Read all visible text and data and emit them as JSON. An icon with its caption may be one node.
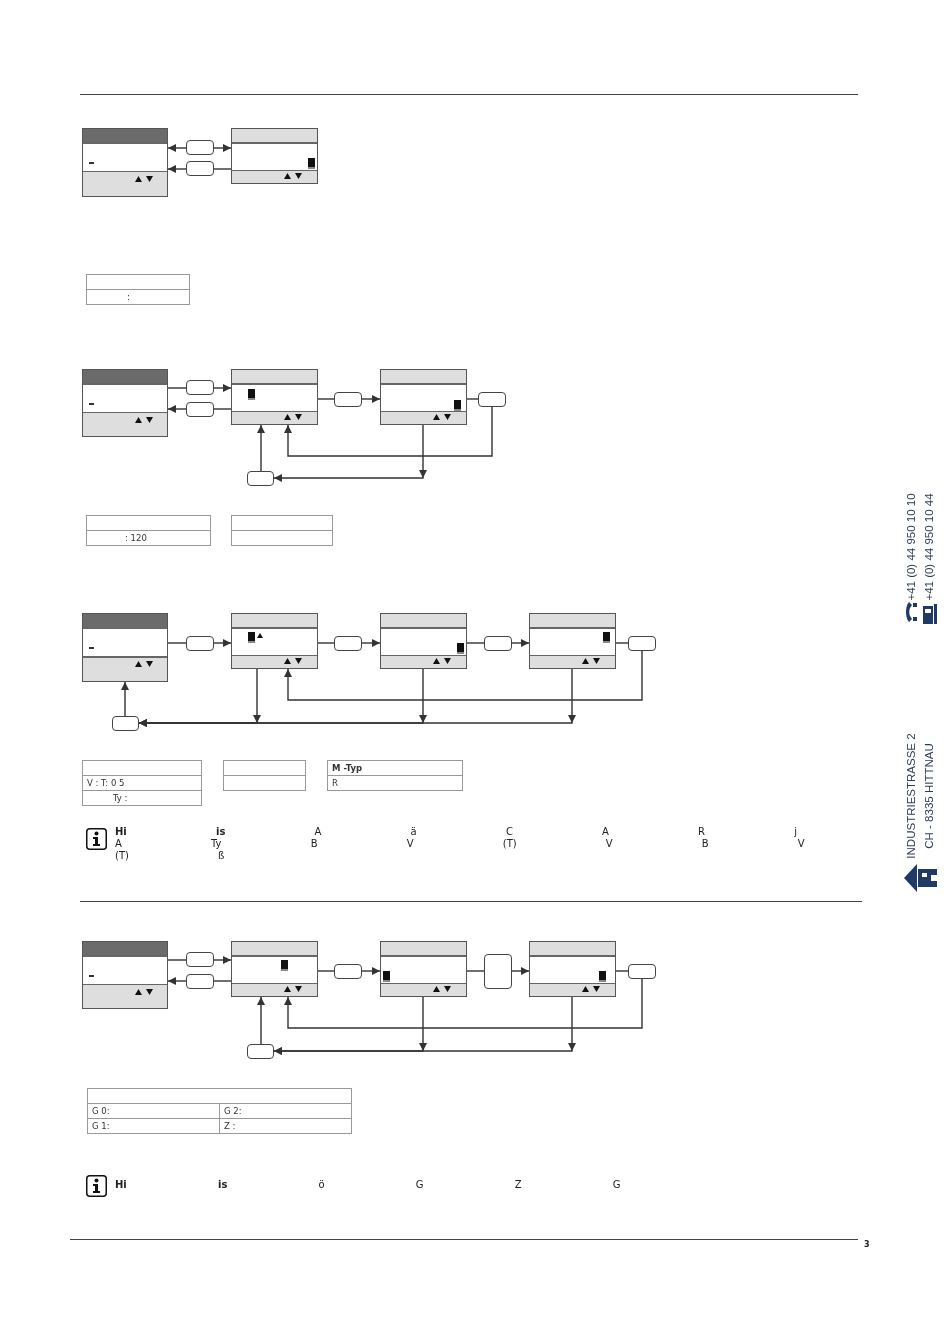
{
  "diagram": {
    "nodes": [
      {
        "text": [],
        "shape": "screen"
      },
      {
        "text": [],
        "shape": "box"
      },
      {
        "text": [],
        "shape": "box"
      },
      {
        "text": [],
        "shape": "screen"
      },
      {
        "text": [],
        "shape": "screen"
      },
      {
        "text": [],
        "shape": "box"
      },
      {
        "text": [],
        "shape": "box"
      },
      {
        "text": [],
        "shape": "screen"
      },
      {
        "text": [],
        "shape": "box"
      },
      {
        "text": [],
        "shape": "screen"
      },
      {
        "text": [],
        "shape": "box"
      },
      {
        "text": [],
        "shape": "box"
      },
      {
        "text": [],
        "shape": "screen"
      },
      {
        "text": [],
        "shape": "box"
      },
      {
        "text": [],
        "shape": "screen"
      },
      {
        "text": [],
        "shape": "box"
      },
      {
        "text": [],
        "shape": "screen"
      },
      {
        "text": [],
        "shape": "box"
      },
      {
        "text": [],
        "shape": "screen"
      },
      {
        "text": [],
        "shape": "box"
      },
      {
        "text": [],
        "shape": "box"
      },
      {
        "text": [],
        "shape": "screen"
      },
      {
        "text": [],
        "shape": "box"
      },
      {
        "text": [],
        "shape": "box"
      },
      {
        "text": [],
        "shape": "screen"
      },
      {
        "text": [],
        "shape": "box"
      },
      {
        "text": [],
        "shape": "screen"
      },
      {
        "text": [],
        "shape": "box"
      },
      {
        "text": [],
        "shape": "screen"
      },
      {
        "text": [],
        "shape": "box"
      },
      {
        "text": [],
        "shape": "box"
      }
    ],
    "edges": [
      {
        "from": 1,
        "to": 0,
        "arrow": "to"
      },
      {
        "from": 1,
        "to": 3,
        "arrow": "to"
      },
      {
        "from": 3,
        "to": 2,
        "arrow": "none"
      },
      {
        "from": 2,
        "to": 0,
        "arrow": "to"
      },
      {
        "from": 4,
        "to": 5,
        "arrow": "none"
      },
      {
        "from": 5,
        "to": 7,
        "arrow": "to"
      },
      {
        "from": 7,
        "to": 6,
        "arrow": "none"
      },
      {
        "from": 6,
        "to": 4,
        "arrow": "to"
      },
      {
        "from": 7,
        "to": 8,
        "arrow": "none"
      },
      {
        "from": 8,
        "to": 9,
        "arrow": "to"
      },
      {
        "from": 9,
        "to": 10,
        "arrow": "none"
      },
      {
        "from": 10,
        "to": 7,
        "arrow": "to"
      },
      {
        "from": 11,
        "to": 7,
        "arrow": "to"
      },
      {
        "from": 9,
        "to": 11,
        "arrow": "to"
      },
      {
        "from": 12,
        "to": 13,
        "arrow": "none"
      },
      {
        "from": 13,
        "to": 14,
        "arrow": "to"
      },
      {
        "from": 14,
        "to": 15,
        "arrow": "none"
      },
      {
        "from": 15,
        "to": 16,
        "arrow": "to"
      },
      {
        "from": 16,
        "to": 17,
        "arrow": "none"
      },
      {
        "from": 17,
        "to": 18,
        "arrow": "to"
      },
      {
        "from": 18,
        "to": 19,
        "arrow": "none"
      },
      {
        "from": 19,
        "to": 14,
        "arrow": "to"
      },
      {
        "from": 14,
        "to": 20,
        "arrow": "to"
      },
      {
        "from": 16,
        "to": 20,
        "arrow": "to"
      },
      {
        "from": 18,
        "to": 20,
        "arrow": "to"
      },
      {
        "from": 20,
        "to": 12,
        "arrow": "to"
      },
      {
        "from": 21,
        "to": 22,
        "arrow": "none"
      },
      {
        "from": 22,
        "to": 24,
        "arrow": "to"
      },
      {
        "from": 24,
        "to": 23,
        "arrow": "none"
      },
      {
        "from": 23,
        "to": 21,
        "arrow": "to"
      },
      {
        "from": 24,
        "to": 25,
        "arrow": "none"
      },
      {
        "from": 25,
        "to": 26,
        "arrow": "to"
      },
      {
        "from": 26,
        "to": 27,
        "arrow": "none"
      },
      {
        "from": 27,
        "to": 28,
        "arrow": "to"
      },
      {
        "from": 28,
        "to": 29,
        "arrow": "none"
      },
      {
        "from": 29,
        "to": 24,
        "arrow": "to"
      },
      {
        "from": 30,
        "to": 24,
        "arrow": "to"
      },
      {
        "from": 26,
        "to": 30,
        "arrow": "to"
      },
      {
        "from": 28,
        "to": 30,
        "arrow": "to"
      }
    ],
    "labels": [
      ":",
      ": 120",
      "V : T: 0 5",
      "Ty :",
      "M -Typ",
      "R",
      "**Hi** **is** A ä C A R j A Ty B V (T) V B V (T) ß",
      "G 0:",
      "G 2:",
      "G 1:",
      "Z :",
      "**Hi** **is** ö G Z G",
      "3",
      "+41 (0) 44 950 10 10",
      "+41 (0) 44 950 10 44",
      "INDUSTRIESTRASSE 2",
      "CH - 8335 HITTNAU"
    ]
  }
}
